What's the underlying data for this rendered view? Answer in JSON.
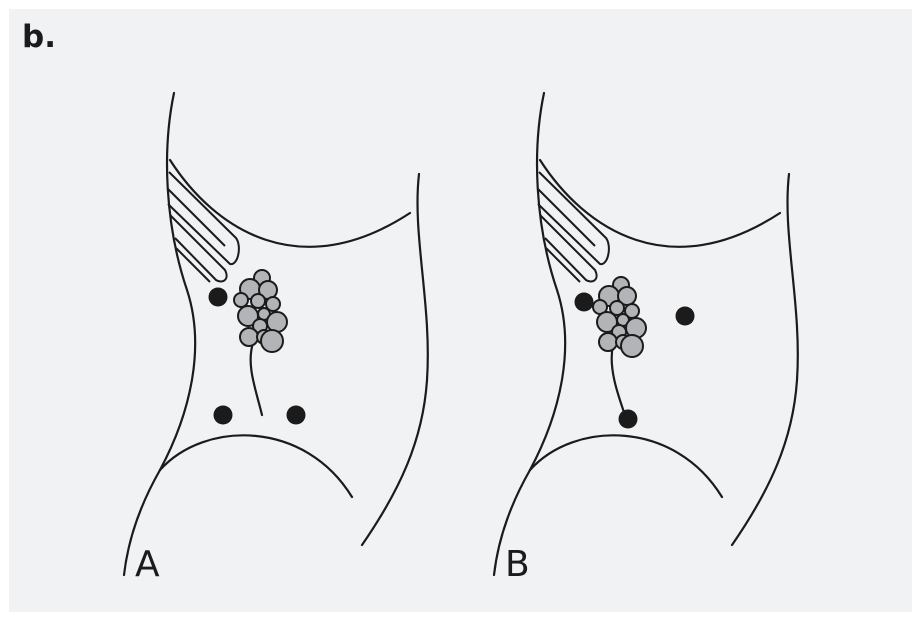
{
  "figure": {
    "label": "b.",
    "colors": {
      "background": "#f1f2f4",
      "ink": "#1b1b1b",
      "node_fill": "#b3b4b8"
    },
    "panels": [
      {
        "id": "A",
        "label": "A"
      },
      {
        "id": "B",
        "label": "B"
      }
    ]
  }
}
